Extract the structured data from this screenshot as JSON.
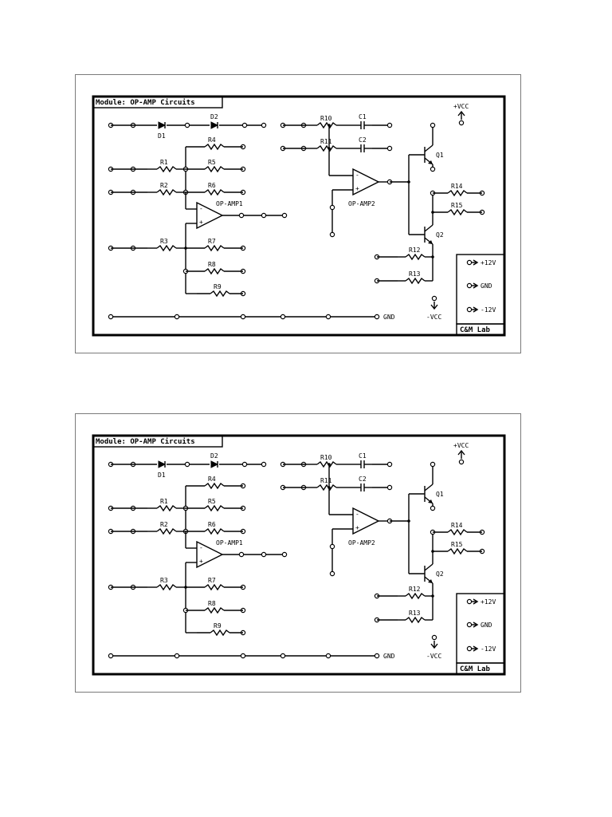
{
  "module": {
    "title": "Module: OP-AMP Circuits",
    "lab": "C&M Lab"
  },
  "labels": {
    "d1": "D1",
    "d2": "D2",
    "r1": "R1",
    "r2": "R2",
    "r3": "R3",
    "r4": "R4",
    "r5": "R5",
    "r6": "R6",
    "r7": "R7",
    "r8": "R8",
    "r9": "R9",
    "r10": "R10",
    "r11": "R11",
    "r12": "R12",
    "r13": "R13",
    "r14": "R14",
    "r15": "R15",
    "c1": "C1",
    "c2": "C2",
    "q1": "Q1",
    "q2": "Q2",
    "opamp1": "OP-AMP1",
    "opamp2": "OP-AMP2",
    "vcc_pos": "+VCC",
    "vcc_neg": "-VCC",
    "gnd": "GND"
  },
  "power_box": {
    "plus12": "+12V",
    "gnd": "GND",
    "minus12": "-12V"
  },
  "colors": {
    "line": "#000000",
    "frame_border": "#7a7a7a",
    "background": "#ffffff"
  }
}
